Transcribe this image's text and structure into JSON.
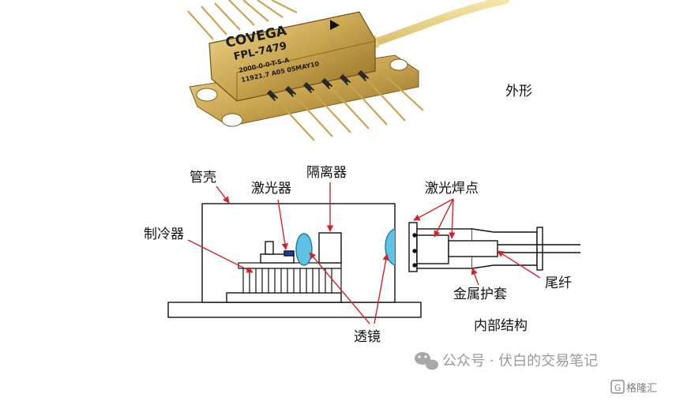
{
  "package_photo": {
    "brand": "COVEGA",
    "model": "FPL-7479",
    "line1": "2000-0-0-T-S-A",
    "line2": "11921.7   A05 05MAY10",
    "caption": "外形"
  },
  "diagram": {
    "labels": {
      "housing": "管壳",
      "laser": "激光器",
      "isolator": "隔离器",
      "cooler": "制冷器",
      "weld_points": "激光焊点",
      "lens": "透镜",
      "metal_sleeve": "金属护套",
      "pigtail": "尾纤"
    },
    "caption": "内部结构"
  },
  "watermark": {
    "text": "公众号 · 伏白的交易笔记",
    "corner": "格隆汇"
  },
  "colors": {
    "gold": "#c9a550",
    "label_line": "#d2232a",
    "lens": "#5fc3e6"
  }
}
